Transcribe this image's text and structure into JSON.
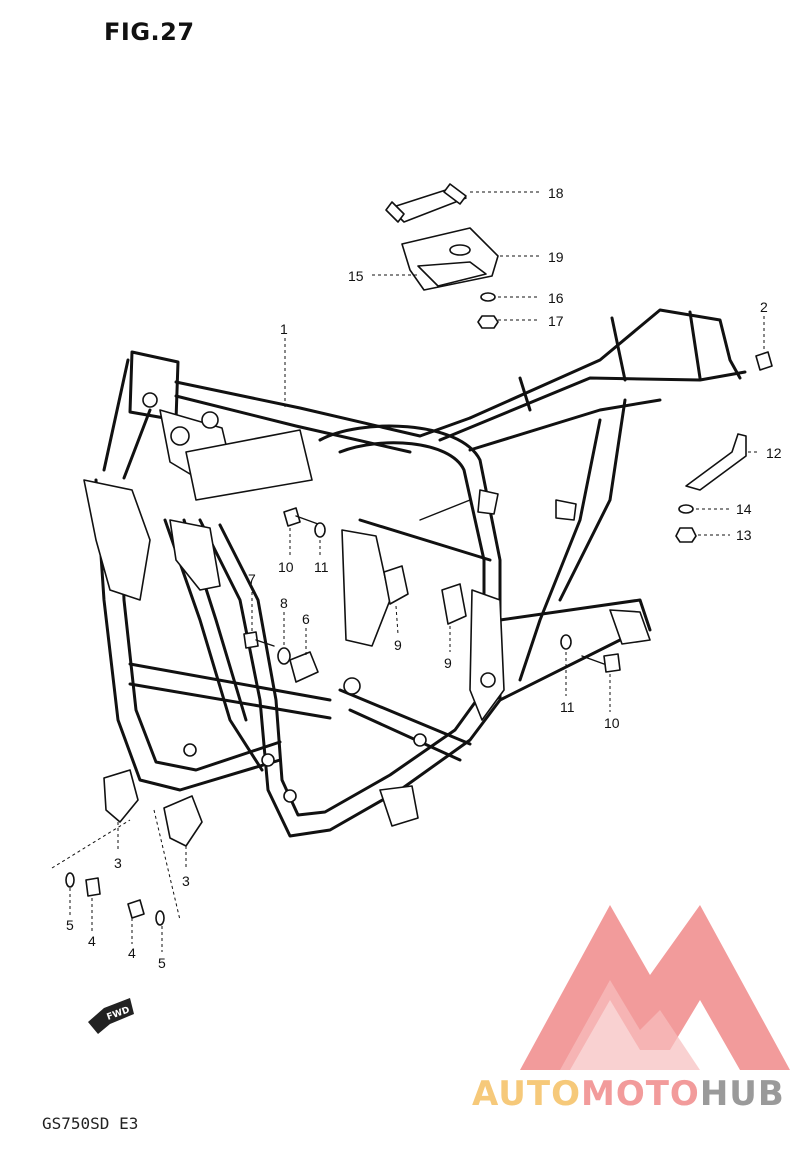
{
  "figure": {
    "title": "FIG.27",
    "model_code": "GS750SD E3"
  },
  "watermark": {
    "part1": "AUTO",
    "part2": "MOTO",
    "part3": "HUB",
    "colors": {
      "auto": "#f6c97a",
      "moto": "#f29b9b",
      "hub": "#9a9a9a",
      "logo": "#f08a8a"
    }
  },
  "fwd_arrow": {
    "label": "FWD"
  },
  "callouts": [
    {
      "id": "c1",
      "label": "1"
    },
    {
      "id": "c2",
      "label": "2"
    },
    {
      "id": "c3a",
      "label": "3"
    },
    {
      "id": "c3b",
      "label": "3"
    },
    {
      "id": "c4a",
      "label": "4"
    },
    {
      "id": "c4b",
      "label": "4"
    },
    {
      "id": "c5a",
      "label": "5"
    },
    {
      "id": "c5b",
      "label": "5"
    },
    {
      "id": "c6",
      "label": "6"
    },
    {
      "id": "c7",
      "label": "7"
    },
    {
      "id": "c8",
      "label": "8"
    },
    {
      "id": "c9a",
      "label": "9"
    },
    {
      "id": "c9b",
      "label": "9"
    },
    {
      "id": "c10a",
      "label": "10"
    },
    {
      "id": "c10b",
      "label": "10"
    },
    {
      "id": "c11a",
      "label": "11"
    },
    {
      "id": "c11b",
      "label": "11"
    },
    {
      "id": "c12",
      "label": "12"
    },
    {
      "id": "c13",
      "label": "13"
    },
    {
      "id": "c14",
      "label": "14"
    },
    {
      "id": "c15",
      "label": "15"
    },
    {
      "id": "c16",
      "label": "16"
    },
    {
      "id": "c17",
      "label": "17"
    },
    {
      "id": "c18",
      "label": "18"
    },
    {
      "id": "c19",
      "label": "19"
    }
  ]
}
